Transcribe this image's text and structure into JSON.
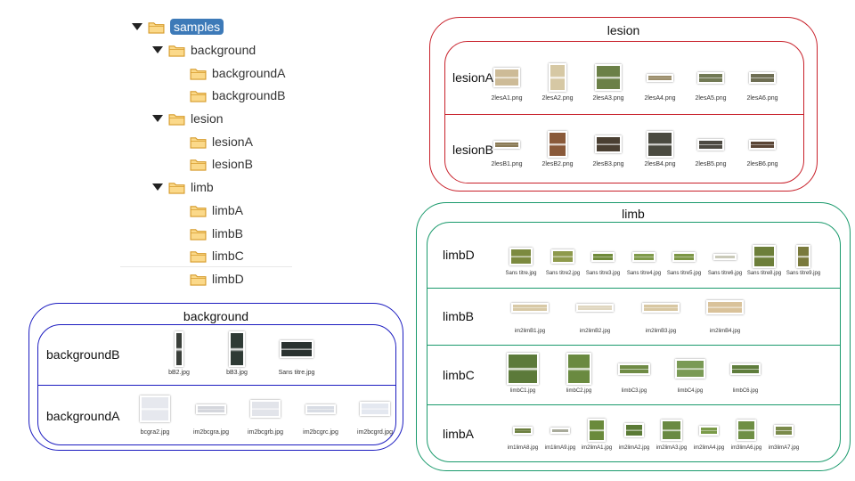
{
  "tree": {
    "selected": "samples",
    "nodes": [
      {
        "label": "samples",
        "expanded": true,
        "depth": 0
      },
      {
        "label": "background",
        "expanded": true,
        "depth": 1
      },
      {
        "label": "backgroundA",
        "expanded": false,
        "depth": 2
      },
      {
        "label": "backgroundB",
        "expanded": false,
        "depth": 2
      },
      {
        "label": "lesion",
        "expanded": true,
        "depth": 1
      },
      {
        "label": "lesionA",
        "expanded": false,
        "depth": 2
      },
      {
        "label": "lesionB",
        "expanded": false,
        "depth": 2
      },
      {
        "label": "limb",
        "expanded": true,
        "depth": 1
      },
      {
        "label": "limbA",
        "expanded": false,
        "depth": 2
      },
      {
        "label": "limbB",
        "expanded": false,
        "depth": 2
      },
      {
        "label": "limbC",
        "expanded": false,
        "depth": 2
      },
      {
        "label": "limbD",
        "expanded": false,
        "depth": 2
      }
    ]
  },
  "colors": {
    "lesion_border": "#c8202a",
    "limb_border": "#1a9a6c",
    "background_border": "#1c1cc0",
    "selection": "#3d7ab8",
    "folder_fill": "#fbd98a",
    "folder_stroke": "#d69b2a"
  },
  "groups": {
    "lesion": {
      "title": "lesion",
      "rows": [
        {
          "label": "lesionA",
          "items": [
            {
              "name": "2lesA1.png",
              "color": "#cdbb97"
            },
            {
              "name": "2lesA2.png",
              "color": "#d6c8a4"
            },
            {
              "name": "2lesA3.png",
              "color": "#6b8047"
            },
            {
              "name": "2lesA4.png",
              "color": "#9c8e6c"
            },
            {
              "name": "2lesA5.png",
              "color": "#727a55"
            },
            {
              "name": "2lesA6.png",
              "color": "#6e6e53"
            }
          ]
        },
        {
          "label": "lesionB",
          "items": [
            {
              "name": "2lesB1.png",
              "color": "#8a7a55"
            },
            {
              "name": "2lesB2.png",
              "color": "#8a5a3a"
            },
            {
              "name": "2lesB3.png",
              "color": "#4a3f32"
            },
            {
              "name": "2lesB4.png",
              "color": "#4a4a40"
            },
            {
              "name": "2lesB5.png",
              "color": "#4d4a42"
            },
            {
              "name": "2lesB6.png",
              "color": "#5a4535"
            }
          ]
        }
      ]
    },
    "limb": {
      "title": "limb",
      "rows": [
        {
          "label": "limbD",
          "items": [
            {
              "name": "Sans titre.jpg",
              "color": "#7c8a3f"
            },
            {
              "name": "Sans titre2.jpg",
              "color": "#8e9a4c"
            },
            {
              "name": "Sans titre3.jpg",
              "color": "#6f8a3a"
            },
            {
              "name": "Sans titre4.jpg",
              "color": "#7f9a4a"
            },
            {
              "name": "Sans titre5.jpg",
              "color": "#7c9645"
            },
            {
              "name": "Sans titre6.jpg",
              "color": "#c9c9b8"
            },
            {
              "name": "Sans titre8.jpg",
              "color": "#6d7f3a"
            },
            {
              "name": "Sans titre9.jpg",
              "color": "#7a7a3c"
            }
          ]
        },
        {
          "label": "limbB",
          "items": [
            {
              "name": "im2limB1.jpg",
              "color": "#d8c9a6"
            },
            {
              "name": "im2limB2.jpg",
              "color": "#e0d7c0"
            },
            {
              "name": "im2limB3.jpg",
              "color": "#d8c7a2"
            },
            {
              "name": "im2limB4.jpg",
              "color": "#d9c29a"
            }
          ]
        },
        {
          "label": "limbC",
          "items": [
            {
              "name": "limbC1.jpg",
              "color": "#5c7a3a"
            },
            {
              "name": "limbC2.jpg",
              "color": "#6a8a40"
            },
            {
              "name": "limbC3.jpg",
              "color": "#6f8b45"
            },
            {
              "name": "limbC4.jpg",
              "color": "#7a9a55"
            },
            {
              "name": "limbC6.jpg",
              "color": "#5f7d3c"
            }
          ]
        },
        {
          "label": "limbA",
          "items": [
            {
              "name": "im1limA8.jpg",
              "color": "#6c7f3f"
            },
            {
              "name": "im1limA9.jpg",
              "color": "#a8aa9a"
            },
            {
              "name": "im2limA1.jpg",
              "color": "#6a8a3c"
            },
            {
              "name": "im2limA2.jpg",
              "color": "#5a7a35"
            },
            {
              "name": "im2limA3.jpg",
              "color": "#6a8a42"
            },
            {
              "name": "im2limA4.jpg",
              "color": "#7a9a48"
            },
            {
              "name": "im3limA6.jpg",
              "color": "#6f8f45"
            },
            {
              "name": "im3limA7.jpg",
              "color": "#7a8a4a"
            }
          ]
        }
      ]
    },
    "background": {
      "title": "background",
      "rows": [
        {
          "label": "backgroundB",
          "items": [
            {
              "name": "bB2.jpg",
              "color": "#3a3f3a"
            },
            {
              "name": "bB3.jpg",
              "color": "#2e3a35"
            },
            {
              "name": "Sans titre.jpg",
              "color": "#2a3230"
            }
          ]
        },
        {
          "label": "backgroundA",
          "items": [
            {
              "name": "bcgra2.jpg",
              "color": "#e6e8ee"
            },
            {
              "name": "im2bcgra.jpg",
              "color": "#d4d6dc"
            },
            {
              "name": "im2bcgrb.jpg",
              "color": "#e2e4ea"
            },
            {
              "name": "im2bcgrc.jpg",
              "color": "#d8dce4"
            },
            {
              "name": "im2bcgrd.jpg",
              "color": "#e4e8f0"
            }
          ]
        }
      ]
    }
  }
}
